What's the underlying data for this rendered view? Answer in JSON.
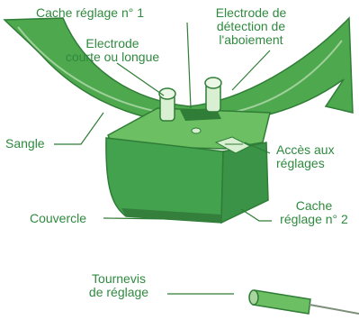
{
  "labels": {
    "cache_reglage_1": "Cache réglage n° 1",
    "electrode_aboiement": [
      "Electrode de",
      "détection de",
      "l'aboiement"
    ],
    "electrode_courte": [
      "Electrode",
      "courte ou longue"
    ],
    "sangle": "Sangle",
    "acces_reglages": [
      "Accès aux",
      "réglages"
    ],
    "couvercle": "Couvercle",
    "cache_reglage_2": [
      "Cache",
      "réglage n° 2"
    ],
    "tournevis": [
      "Tournevis",
      "de réglage"
    ]
  },
  "colors": {
    "green_dark": "#2f8a3f",
    "green_mid": "#43a24e",
    "green_light": "#6cbf63",
    "green_pale": "#a9d6a0"
  }
}
